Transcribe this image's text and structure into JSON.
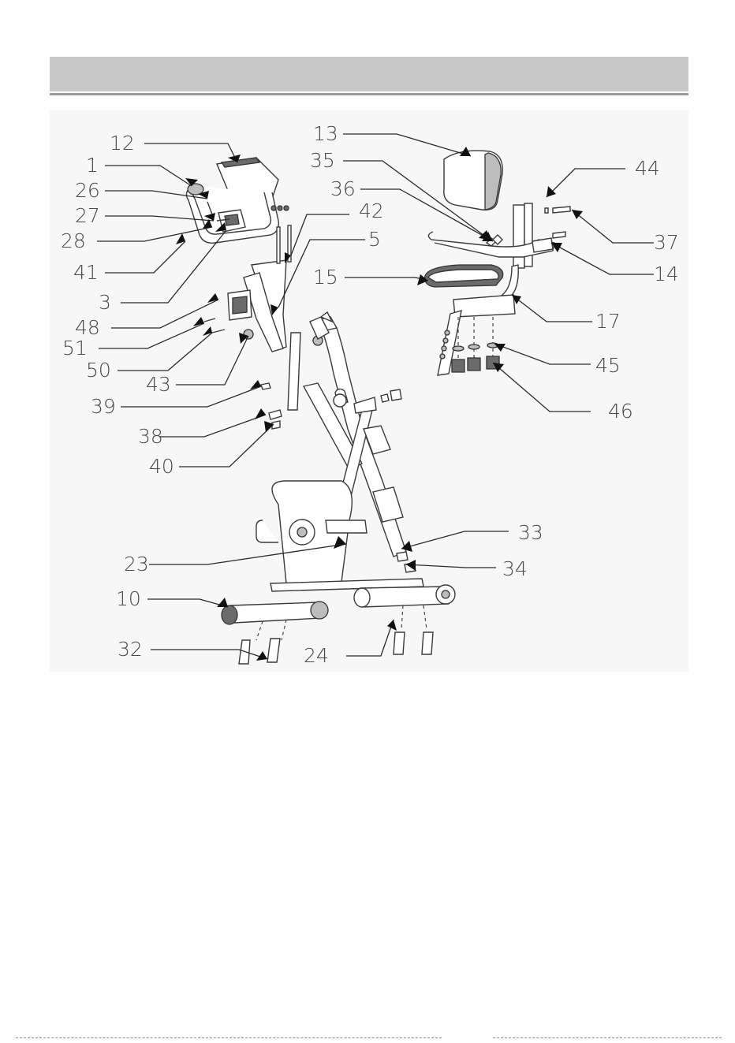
{
  "header": {
    "title": ""
  },
  "diagram": {
    "callouts": [
      {
        "id": "12"
      },
      {
        "id": "1"
      },
      {
        "id": "26"
      },
      {
        "id": "27"
      },
      {
        "id": "28"
      },
      {
        "id": "41"
      },
      {
        "id": "3"
      },
      {
        "id": "48"
      },
      {
        "id": "51"
      },
      {
        "id": "50"
      },
      {
        "id": "43"
      },
      {
        "id": "39"
      },
      {
        "id": "38"
      },
      {
        "id": "40"
      },
      {
        "id": "23"
      },
      {
        "id": "10"
      },
      {
        "id": "32"
      },
      {
        "id": "24"
      },
      {
        "id": "42"
      },
      {
        "id": "5"
      },
      {
        "id": "13"
      },
      {
        "id": "35"
      },
      {
        "id": "36"
      },
      {
        "id": "44"
      },
      {
        "id": "37"
      },
      {
        "id": "14"
      },
      {
        "id": "15"
      },
      {
        "id": "17"
      },
      {
        "id": "45"
      },
      {
        "id": "46"
      },
      {
        "id": "33"
      },
      {
        "id": "34"
      }
    ]
  }
}
